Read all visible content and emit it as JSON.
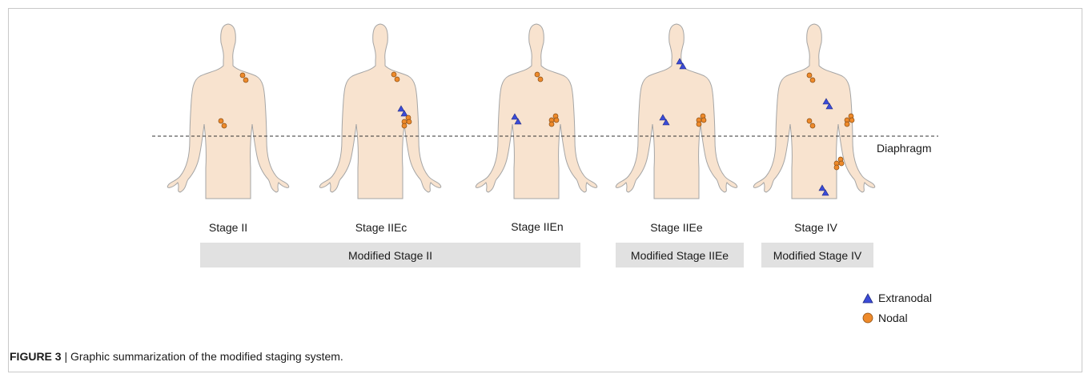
{
  "figure": {
    "stages": [
      {
        "label": "Stage II"
      },
      {
        "label": "Stage IIEc"
      },
      {
        "label": "Stage IIEn"
      },
      {
        "label": "Stage IIEe"
      },
      {
        "label": "Stage IV"
      }
    ],
    "modified_groups": [
      "Modified Stage II",
      "Modified Stage IIEe",
      "Modified Stage IV"
    ],
    "diaphragm_label": "Diaphragm",
    "legend": {
      "extranodal": "Extranodal",
      "nodal": "Nodal"
    },
    "colors": {
      "body_fill": "#f8e3cf",
      "body_outline": "#a5a5a5",
      "nodal": "#ee8a2b",
      "extranodal": "#3b4bd8",
      "modified_box": "#e1e1e1"
    },
    "caption": {
      "label": "FIGURE 3",
      "separator": " | ",
      "text": "Graphic summarization of the modified staging system."
    }
  }
}
